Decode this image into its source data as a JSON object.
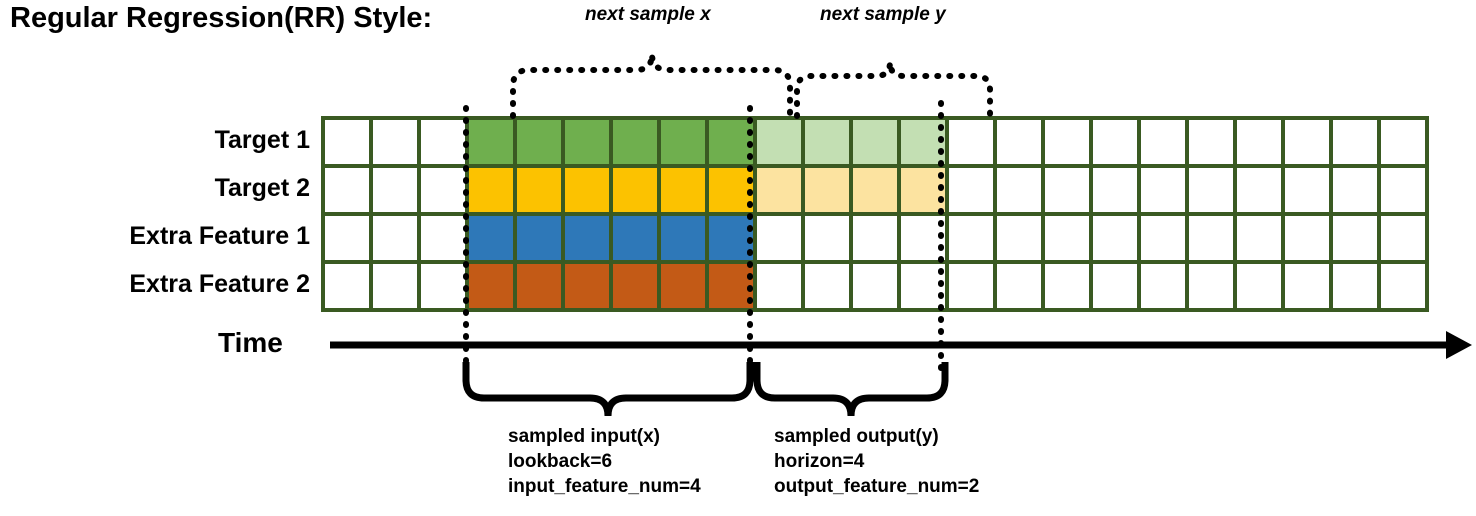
{
  "title": "Regular Regression(RR) Style:",
  "axis": {
    "time_label": "Time"
  },
  "row_labels": [
    {
      "label": "Target 1"
    },
    {
      "label": "Target 2"
    },
    {
      "label": "Extra Feature 1"
    },
    {
      "label": "Extra Feature 2"
    }
  ],
  "annotations_top": [
    {
      "text": "next sample x"
    },
    {
      "text": "next sample y"
    }
  ],
  "captions": [
    {
      "line1": "sampled input(x)",
      "line2": "lookback=6",
      "line3": "input_feature_num=4"
    },
    {
      "line1": "sampled output(y)",
      "line2": "horizon=4",
      "line3": "output_feature_num=2"
    }
  ],
  "grid": {
    "columns": 23,
    "rows": 4,
    "cell_size": 48,
    "rows_data": [
      [
        "white",
        "white",
        "white",
        "green",
        "green",
        "green",
        "green",
        "green",
        "green",
        "greenlt",
        "greenlt",
        "greenlt",
        "greenlt",
        "white",
        "white",
        "white",
        "white",
        "white",
        "white",
        "white",
        "white",
        "white",
        "white"
      ],
      [
        "white",
        "white",
        "white",
        "yellow",
        "yellow",
        "yellow",
        "yellow",
        "yellow",
        "yellow",
        "yellowlt",
        "yellowlt",
        "yellowlt",
        "yellowlt",
        "white",
        "white",
        "white",
        "white",
        "white",
        "white",
        "white",
        "white",
        "white",
        "white"
      ],
      [
        "white",
        "white",
        "white",
        "blue",
        "blue",
        "blue",
        "blue",
        "blue",
        "blue",
        "white",
        "white",
        "white",
        "white",
        "white",
        "white",
        "white",
        "white",
        "white",
        "white",
        "white",
        "white",
        "white",
        "white"
      ],
      [
        "white",
        "white",
        "white",
        "orange",
        "orange",
        "orange",
        "orange",
        "orange",
        "orange",
        "white",
        "white",
        "white",
        "white",
        "white",
        "white",
        "white",
        "white",
        "white",
        "white",
        "white",
        "white",
        "white",
        "white"
      ]
    ]
  },
  "colors": {
    "border": "#3A5A22",
    "green": "#6FAF4E",
    "green_light": "#C3DFB3",
    "yellow": "#FCC200",
    "yellow_light": "#FCE3A0",
    "blue": "#2E78B8",
    "orange": "#C35A16",
    "ink": "#000000"
  }
}
